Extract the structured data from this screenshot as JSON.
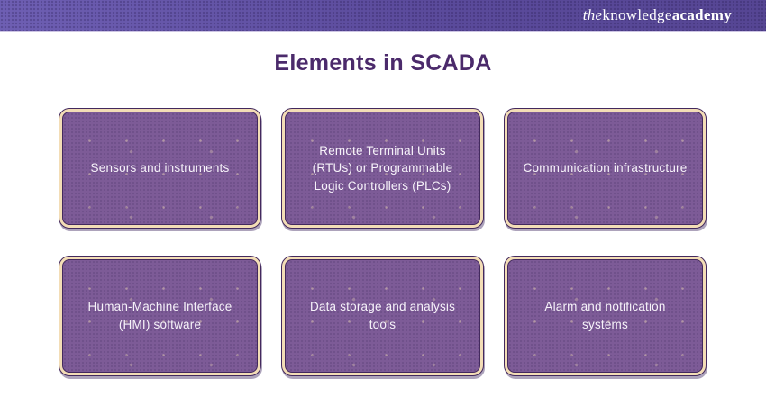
{
  "header": {
    "logo": {
      "the": "the",
      "knowledge": "knowledge",
      "academy": "academy"
    }
  },
  "title": "Elements in SCADA",
  "cards": [
    {
      "label": "Sensors and instruments"
    },
    {
      "label": "Remote Terminal Units (RTUs) or Programmable Logic Controllers (PLCs)"
    },
    {
      "label": "Communication infrastructure"
    },
    {
      "label": "Human-Machine Interface (HMI) software"
    },
    {
      "label": "Data storage and analysis tools"
    },
    {
      "label": "Alarm and notification systems"
    }
  ],
  "colors": {
    "header_purple_left": "#6E5FB3",
    "header_purple_right": "#564694",
    "header_divider": "#CDC5E3",
    "title_text": "#4B2A6B",
    "card_fill": "#7D5B97",
    "card_frame_cream": "#F3DDB6",
    "card_outline": "#43295E",
    "card_text": "#F7F3FA",
    "logo_text": "#FFFFFF",
    "background": "#FFFFFF"
  }
}
